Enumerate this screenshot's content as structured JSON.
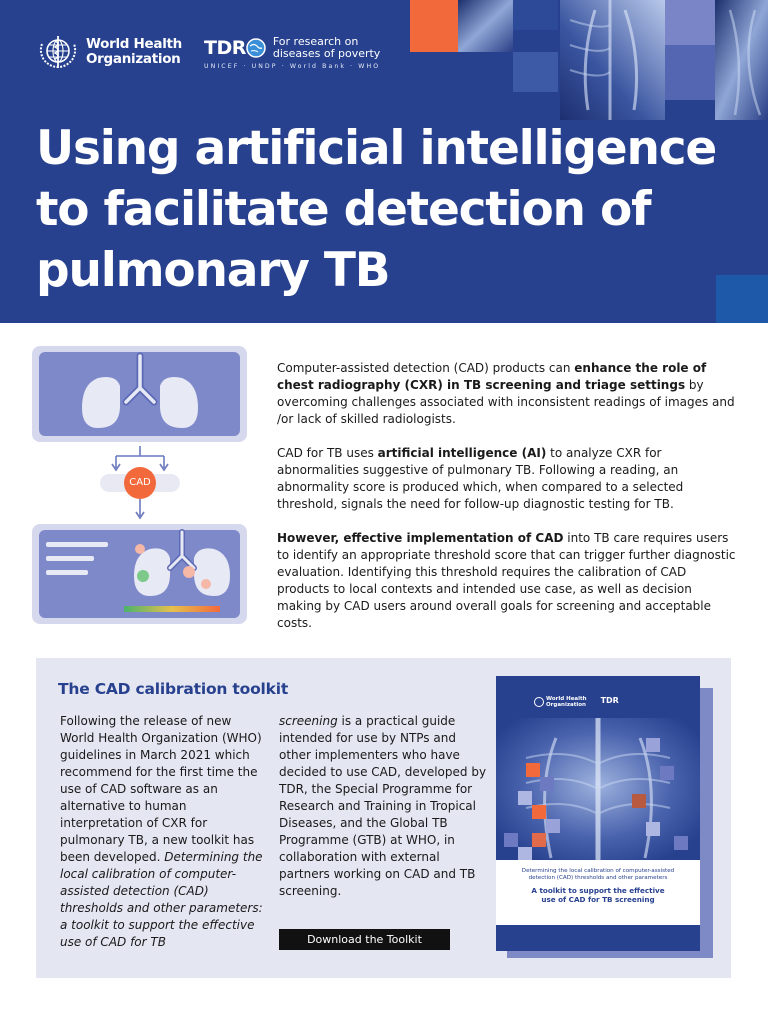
{
  "header": {
    "who_line1": "World Health",
    "who_line2": "Organization",
    "tdr_mark": "TDR",
    "tdr_tag_line1": "For research on",
    "tdr_tag_line2": "diseases of poverty",
    "tdr_sub": "UNICEF · UNDP · World Bank · WHO",
    "title_line1": "Using artificial intelligence",
    "title_line2": "to facilitate detection of",
    "title_line3": "pulmonary TB"
  },
  "illustration": {
    "cad_label": "CAD"
  },
  "intro": {
    "p1_a": "Computer-assisted detection (CAD) products can ",
    "p1_b": "enhance the role of chest radiography (CXR) in TB screening and triage settings",
    "p1_c": " by overcoming challenges associated with inconsistent readings of images and /or lack of skilled radiologists.",
    "p2_a": "CAD for TB uses ",
    "p2_b": "artificial intelligence (AI)",
    "p2_c": " to analyze CXR for abnormalities suggestive of pulmonary TB. Following a reading, an abnormality score is produced which, when compared to a selected threshold, signals the need for follow-up diagnostic testing for TB.",
    "p3_a": "However, effective implementation of CAD",
    "p3_b": " into TB care requires users to identify an appropriate threshold score that can trigger further diagnostic evaluation. Identifying this threshold requires the calibration of CAD products to local contexts and intended use case, as well as decision making by CAD users around overall goals for screening and acceptable costs."
  },
  "toolkit": {
    "title": "The CAD calibration toolkit",
    "col1_a": "Following the release of new World Health Organization (WHO) guidelines in March 2021 which recommend for the first time the use of CAD software as an alternative to human interpretation of CXR for pulmonary TB, a new toolkit has been developed. ",
    "col1_b": "Determining the local calibration of computer-assisted detection (CAD) thresholds and other parameters: a toolkit to support the effective use of CAD for TB",
    "col2_a": "screening",
    "col2_b": " is a practical guide intended for use by NTPs and other implementers who have decided to use CAD, developed by TDR, the Special Programme for Research and Training in Tropical Diseases, and the Global TB Programme (GTB) at WHO, in collaboration with external partners working on CAD and TB screening.",
    "download_label": "Download the Toolkit"
  },
  "cover": {
    "who_line1": "World Health",
    "who_line2": "Organization",
    "tdr_mark": "TDR",
    "subtitle": "Determining the local calibration of computer-assisted detection (CAD) thresholds and other parameters",
    "main_title": "A toolkit to support the effective use of CAD for TB screening"
  },
  "colors": {
    "brand_blue": "#27418f",
    "accent_orange": "#f26a3c",
    "panel_bg": "#e4e6f2",
    "illus_purple": "#7e89c9"
  }
}
